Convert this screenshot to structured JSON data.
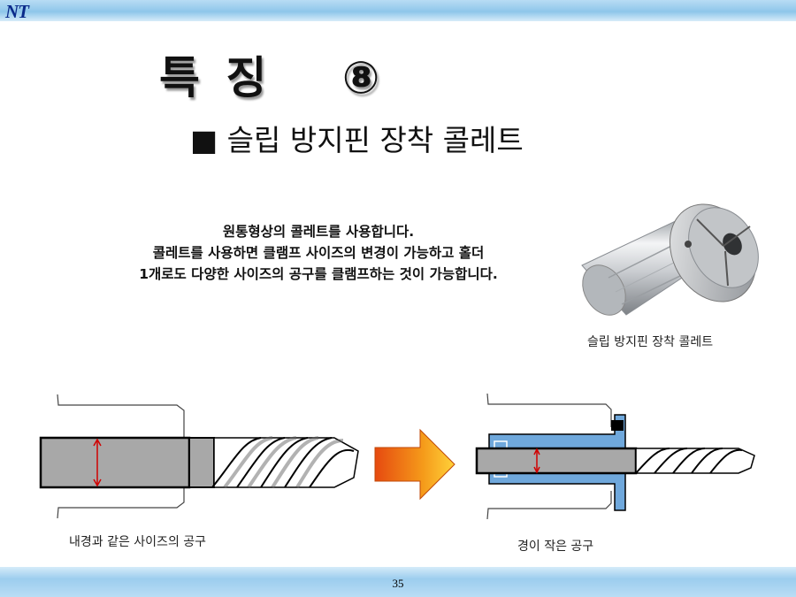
{
  "header": {
    "logo_text": "NT"
  },
  "slide": {
    "title": "특 징　 ⑧",
    "subtitle": "■ 슬립 방지핀 장착 콜레트",
    "description": [
      "원통형상의 콜레트를 사용합니다.",
      "콜레트를 사용하면 클램프 사이즈의 변경이 가능하고 홀더",
      "1개로도 다양한 사이즈의 공구를 클램프하는 것이 가능합니다."
    ],
    "collet_caption": "슬립 방지핀 장착 콜레트",
    "left_caption": "내경과 같은 사이즈의 공구",
    "right_caption": "경이 작은 공구"
  },
  "footer": {
    "page_number": "35"
  },
  "colors": {
    "band": "#8ec6ea",
    "logo": "#0a2a8a",
    "collet_blue": "#6fa8dc",
    "arrow_orange": "#f59a1a",
    "dimension_red": "#d00000"
  },
  "icons": {
    "collet_photo": "cylinder-collet-image",
    "arrow": "right-arrow-icon"
  }
}
